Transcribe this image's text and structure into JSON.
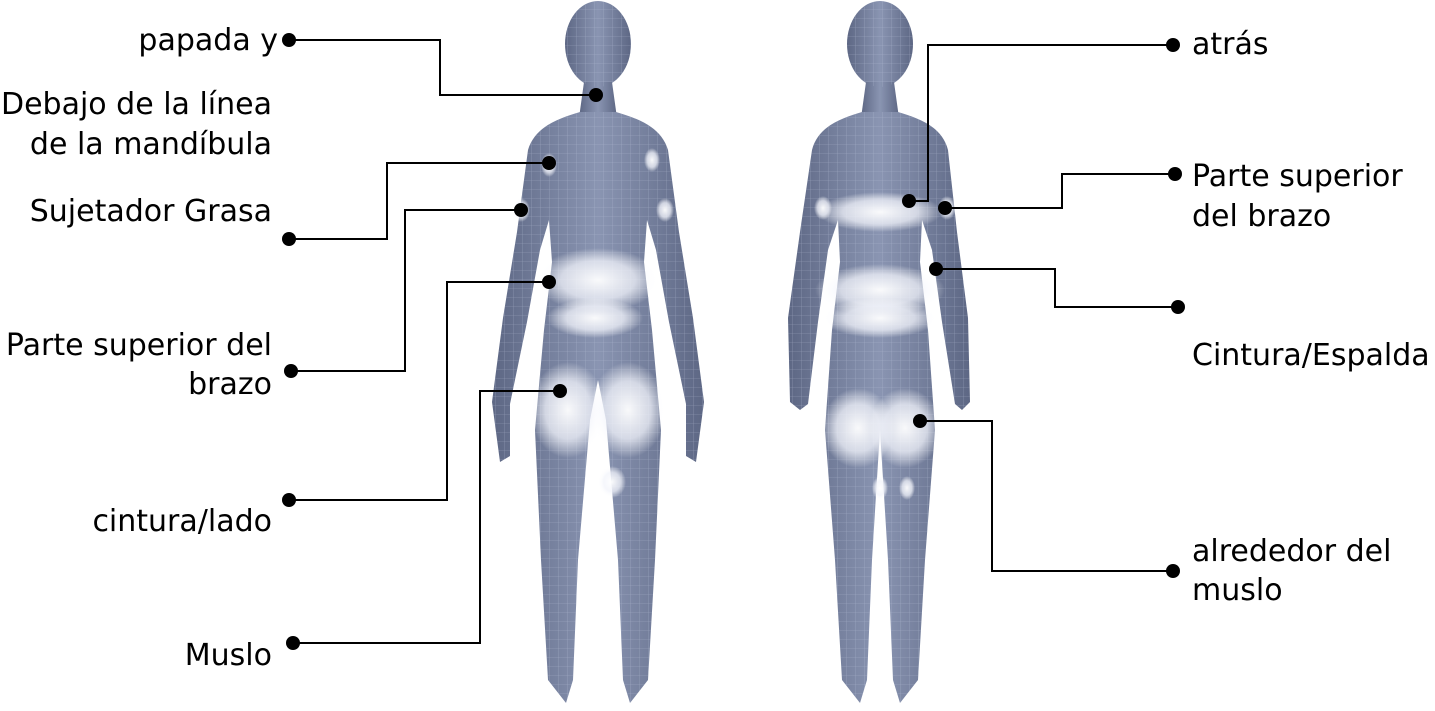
{
  "figure": {
    "views": [
      "front",
      "back"
    ],
    "colors": {
      "body_base": "#7f8aa6",
      "body_shadow": "#5d6784",
      "highlight": "#ffffff",
      "line": "#000000"
    }
  },
  "labels": {
    "papada": "papada y",
    "mandibula_1": "Debajo de la línea",
    "mandibula_2": "de la mandíbula",
    "sujetador": "Sujetador Grasa",
    "brazo_front_1": "Parte superior del",
    "brazo_front_2": "brazo",
    "cintura_lado": "cintura/lado",
    "muslo": "Muslo",
    "atras": "atrás",
    "brazo_back_1": "Parte superior",
    "brazo_back_2": "del brazo",
    "cintura_espalda": "Cintura/Espalda",
    "alrededor_1": "alrededor del",
    "alrededor_2": "muslo"
  }
}
